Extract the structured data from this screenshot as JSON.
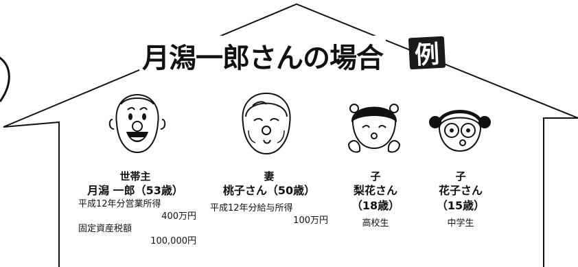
{
  "title": {
    "main": "月潟一郎さんの場合",
    "badge": "例"
  },
  "members": [
    {
      "role": "世帯主",
      "name": "月潟 一郎（53歳）",
      "notes": [
        {
          "label": "平成12年分営業所得",
          "value": "400万円"
        },
        {
          "label": "固定資産税額",
          "value": "100,000円"
        }
      ]
    },
    {
      "role": "妻",
      "name": "桃子さん（50歳）",
      "notes": [
        {
          "label": "平成12年分給与所得",
          "value": "100万円"
        }
      ]
    },
    {
      "role": "子",
      "name": "梨花さん",
      "age": "（18歳）",
      "notes": [
        {
          "label": "高校生"
        }
      ]
    },
    {
      "role": "子",
      "name": "花子さん",
      "age": "（15歳）",
      "notes": [
        {
          "label": "中学生"
        }
      ]
    }
  ],
  "icons": [
    "house-outline",
    "father-face-icon",
    "mother-face-icon",
    "daughter-face-icon",
    "girl-face-icon"
  ]
}
